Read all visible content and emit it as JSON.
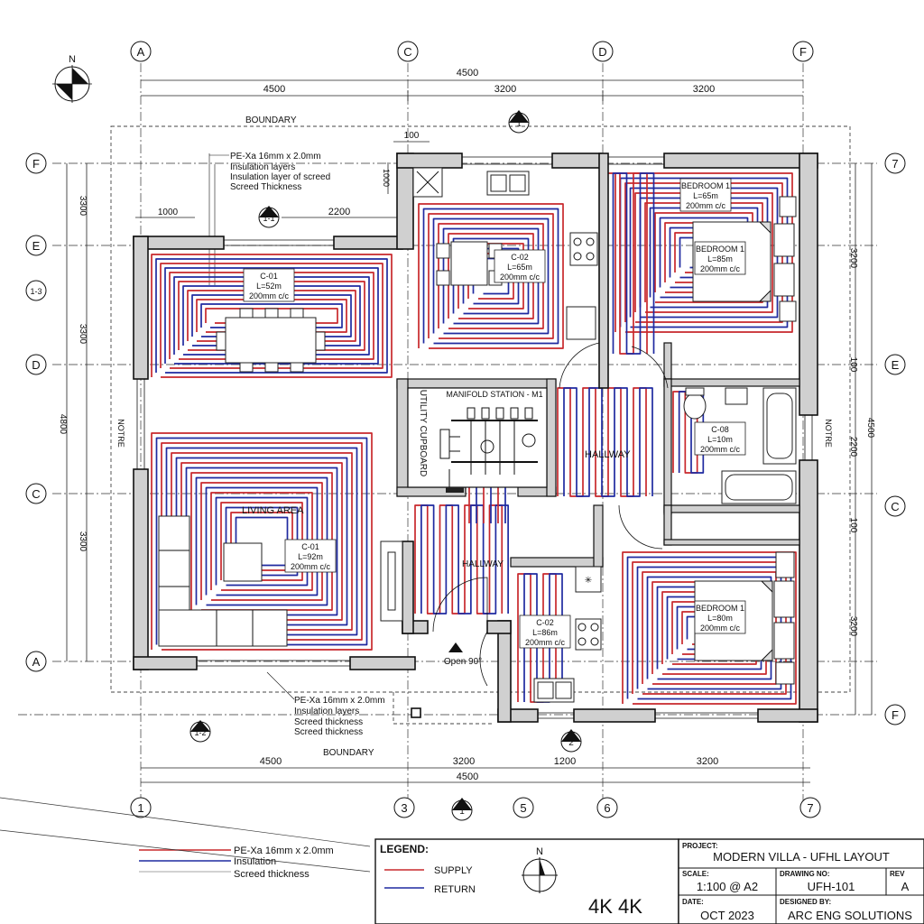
{
  "north_label": "N",
  "grid_top": [
    "A",
    "C",
    "D",
    "F"
  ],
  "grid_bottom": [
    "1",
    "3",
    "5",
    "6",
    "7"
  ],
  "grid_left": [
    "F",
    "E",
    "1-3",
    "D",
    "C",
    "A"
  ],
  "grid_right": [
    "7",
    "E",
    "C",
    "F"
  ],
  "dims_top": {
    "overall": "4500",
    "a": "4500",
    "b": "3200",
    "c": "3200"
  },
  "dims_bottom": {
    "a": "4500",
    "b": "3200",
    "c": "1200",
    "d": "3200",
    "overall": "4500"
  },
  "dims_left": {
    "a": "3300",
    "b": "3300",
    "c": "3300",
    "overall": "4800"
  },
  "dims_right": {
    "a": "3200",
    "b": "100",
    "c": "2200",
    "d": "100",
    "e": "3200",
    "overall": "4500"
  },
  "dims_misc": {
    "d100": "100",
    "d1000v": "1000",
    "d1000": "1000",
    "d2200": "2200"
  },
  "section_marks": {
    "s1": "1",
    "s11": "1-1",
    "s12": "1-2",
    "s2": "2",
    "s1b": "1"
  },
  "boundary_label": "BOUNDARY",
  "north_side_label": "NOTRE",
  "north_side_label_right": "NOTRE",
  "notes_top": [
    "PE-Xa 16mm x 2.0mm",
    "Insulation layers",
    "Insulation layer of screed",
    "Screed Thickness"
  ],
  "notes_bottom": [
    "PE-Xa 16mm x 2.0mm",
    "Insulation layers",
    "Screed thickness",
    "Screed thickness"
  ],
  "rooms": {
    "living": "LIVING AREA",
    "hallway_a": "HALLWAY",
    "hallway_b": "HALLWAY",
    "utility": "UTILITY CUPBOARD",
    "manifold": "MANIFOLD STATION - M1",
    "door": "Open 90°"
  },
  "circuits": [
    {
      "name": "C-01",
      "length": "L=52m",
      "spacing": "200mm c/c"
    },
    {
      "name": "C-02",
      "length": "L=65m",
      "spacing": "200mm c/c"
    },
    {
      "name": "BEDROOM 1",
      "length": "L=65m",
      "spacing": "200mm c/c"
    },
    {
      "name": "BEDROOM 1",
      "length": "L=85m",
      "spacing": "200mm c/c"
    },
    {
      "name": "C-08",
      "length": "L=10m",
      "spacing": "200mm c/c"
    },
    {
      "name": "C-01",
      "length": "L=92m",
      "spacing": "200mm c/c"
    },
    {
      "name": "C-02",
      "length": "L=86m",
      "spacing": "200mm c/c"
    },
    {
      "name": "BEDROOM 1",
      "length": "L=80m",
      "spacing": "200mm c/c"
    }
  ],
  "legend_left": [
    "PE-Xa 16mm x 2.0mm",
    "Insulation",
    "Screed thickness"
  ],
  "legend": {
    "title": "LEGEND:",
    "supply": "SUPPLY",
    "return": "RETURN",
    "north": "N",
    "resolution": "4K 4K"
  },
  "title_block": {
    "project_label": "PROJECT:",
    "project": "MODERN VILLA - UFHL LAYOUT",
    "scale_label": "SCALE:",
    "scale": "1:100 @ A2",
    "drawing_label": "DRAWING NO:",
    "drawing": "UFH-101",
    "rev_label": "REV",
    "rev": "A",
    "date_label": "DATE:",
    "date": "OCT 2023",
    "designer_label": "DESIGNED BY:",
    "designer": "ARC ENG SOLUTIONS"
  },
  "colors": {
    "supply": "#c8282c",
    "return": "#1f2aa0",
    "wall": "#d0d0d0"
  }
}
